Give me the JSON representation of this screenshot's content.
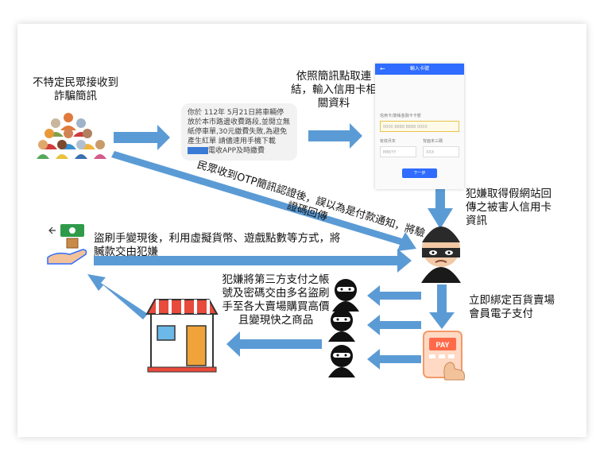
{
  "labels": {
    "receive": "不特定民眾接收到詐騙簡訊",
    "click_link": "依照簡訊點取連結，輸入信用卡相關資料",
    "suspect_gets": "犯嫌取得假網站回傳之被害人信用卡資訊",
    "bind_payment": "立即綁定百貨賣場會員電子支付",
    "accomplices": "犯嫌將第三方支付之帳號及密碼交由多名盜刷手至各大賣場購買高價且變現快之商品",
    "cash_out": "盜刷手變現後，利用虛擬貨幣、遊戲點數等方式，將贓款交由犯嫌",
    "otp": "民眾收到OTP簡訊認證後，誤以為是付款通知，將驗證碼回傳"
  },
  "sms": {
    "text": "你於 112年 5月21日將車輛停放於本市路邊收費路段,並開立無紙停車單,30元繳費失敗,為避免產生紅單 請儘速用手機下載",
    "text_end": "電收APP及時繳費"
  },
  "phone_form": {
    "title": "輸入卡號",
    "card_label": "信用卡/簽帳金融卡卡號",
    "card_placeholder": "0000 8888 8888 0000",
    "expiry_label": "有效月年",
    "expiry_placeholder": "MM/YY",
    "cvv_label": "背面末三碼",
    "cvv_placeholder": "XXX",
    "next_button": "下一步"
  },
  "pay_badge": "PAY",
  "colors": {
    "arrow": "#5b9bd5",
    "arrow_dark": "#4a88c7",
    "mask": "#1a1a1a",
    "store_red": "#e84a3c"
  }
}
